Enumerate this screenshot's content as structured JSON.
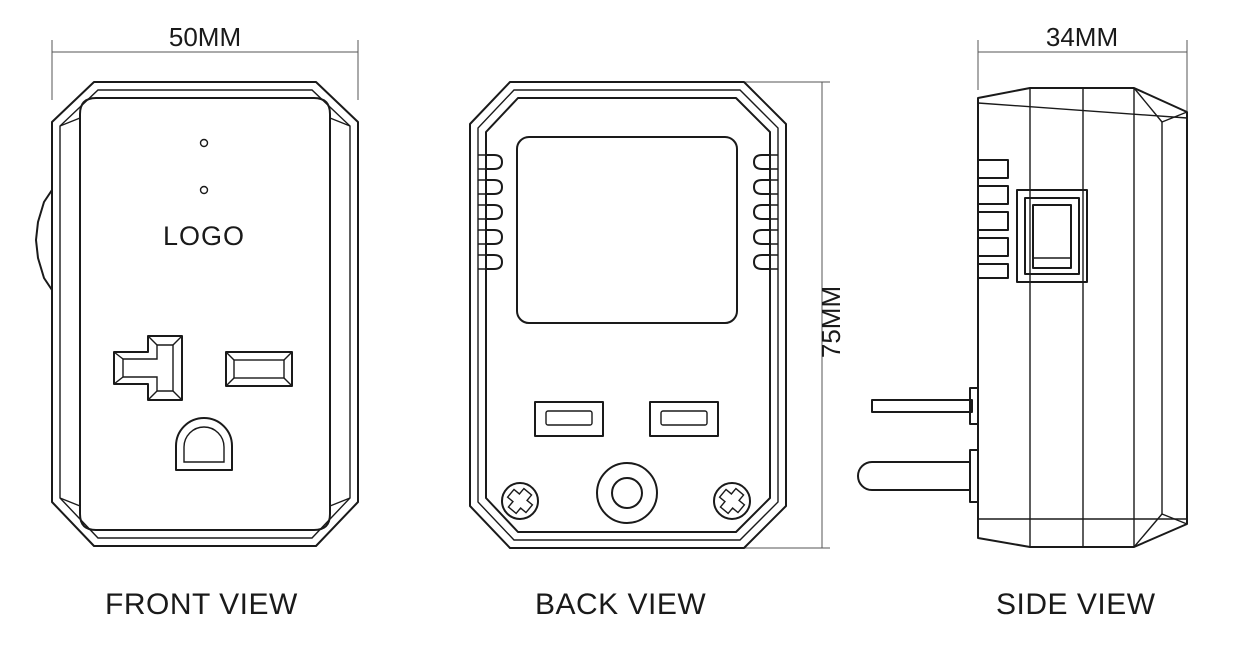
{
  "dimensions": {
    "width": "50MM",
    "height": "75MM",
    "depth": "34MM"
  },
  "views": {
    "front": {
      "label": "FRONT VIEW",
      "logo_text": "LOGO"
    },
    "back": {
      "label": "BACK VIEW"
    },
    "side": {
      "label": "SIDE VIEW"
    }
  },
  "colors": {
    "line": "#1a1a1a",
    "background": "#ffffff"
  }
}
